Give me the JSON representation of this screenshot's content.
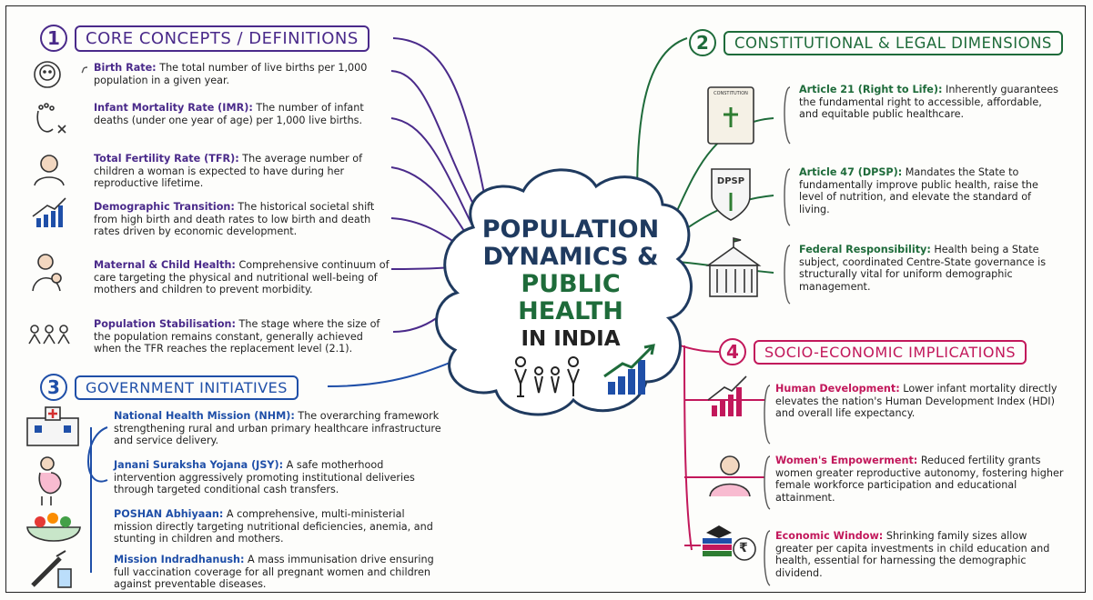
{
  "center": {
    "line1": "POPULATION",
    "line2": "DYNAMICS &",
    "line3": "PUBLIC HEALTH",
    "line4": "IN INDIA"
  },
  "colors": {
    "purple": "#4a2a8a",
    "green": "#1e6b3a",
    "blue": "#1f4fa8",
    "pink": "#c2185b",
    "cloud": "#1f3a5f"
  },
  "sections": {
    "s1": {
      "num": "1",
      "title": "CORE CONCEPTS / DEFINITIONS",
      "items": [
        {
          "title": "Birth Rate:",
          "text": "The total number of live births per 1,000 population in a given year."
        },
        {
          "title": "Infant Mortality Rate (IMR):",
          "text": "The number of infant deaths (under one year of age) per 1,000 live births."
        },
        {
          "title": "Total Fertility Rate (TFR):",
          "text": "The average number of children a woman is expected to have during her reproductive lifetime."
        },
        {
          "title": "Demographic Transition:",
          "text": "The historical societal shift from high birth and death rates to low birth and death rates driven by economic development."
        },
        {
          "title": "Maternal & Child Health:",
          "text": "Comprehensive continuum of care targeting the physical and nutritional well-being of mothers and children to prevent morbidity."
        },
        {
          "title": "Population Stabilisation:",
          "text": "The stage where the size of the population remains constant, generally achieved when the TFR reaches the replacement level (2.1)."
        }
      ]
    },
    "s2": {
      "num": "2",
      "title": "CONSTITUTIONAL & LEGAL DIMENSIONS",
      "items": [
        {
          "title": "Article 21 (Right to Life):",
          "text": "Inherently guarantees the fundamental right to accessible, affordable, and equitable public healthcare."
        },
        {
          "title": "Article 47 (DPSP):",
          "text": "Mandates the State to fundamentally improve public health, raise the level of nutrition, and elevate the standard of living."
        },
        {
          "title": "Federal Responsibility:",
          "text": "Health being a State subject, coordinated Centre-State governance is structurally vital for uniform demographic management."
        }
      ]
    },
    "s3": {
      "num": "3",
      "title": "GOVERNMENT INITIATIVES",
      "items": [
        {
          "title": "National Health Mission (NHM):",
          "text": "The overarching framework strengthening rural and urban primary healthcare infrastructure and service delivery."
        },
        {
          "title": "Janani Suraksha Yojana (JSY):",
          "text": "A safe motherhood intervention aggressively promoting institutional deliveries through targeted conditional cash transfers."
        },
        {
          "title": "POSHAN Abhiyaan:",
          "text": "A comprehensive, multi-ministerial mission directly targeting nutritional deficiencies, anemia, and stunting in children and mothers."
        },
        {
          "title": "Mission Indradhanush:",
          "text": "A mass immunisation drive ensuring full vaccination coverage for all pregnant women and children against preventable diseases."
        }
      ]
    },
    "s4": {
      "num": "4",
      "title": "SOCIO-ECONOMIC IMPLICATIONS",
      "items": [
        {
          "title": "Human Development:",
          "text": "Lower infant mortality directly elevates the nation's Human Development Index (HDI) and overall life expectancy."
        },
        {
          "title": "Women's Empowerment:",
          "text": "Reduced fertility grants women greater reproductive autonomy, fostering higher female workforce participation and educational attainment."
        },
        {
          "title": "Economic Window:",
          "text": "Shrinking family sizes allow greater per capita investments in child education and health, essential for harnessing the demographic dividend."
        }
      ]
    }
  },
  "icon_labels": {
    "book": "CONSTITUTION",
    "shield": "DPSP",
    "rupee": "₹"
  }
}
